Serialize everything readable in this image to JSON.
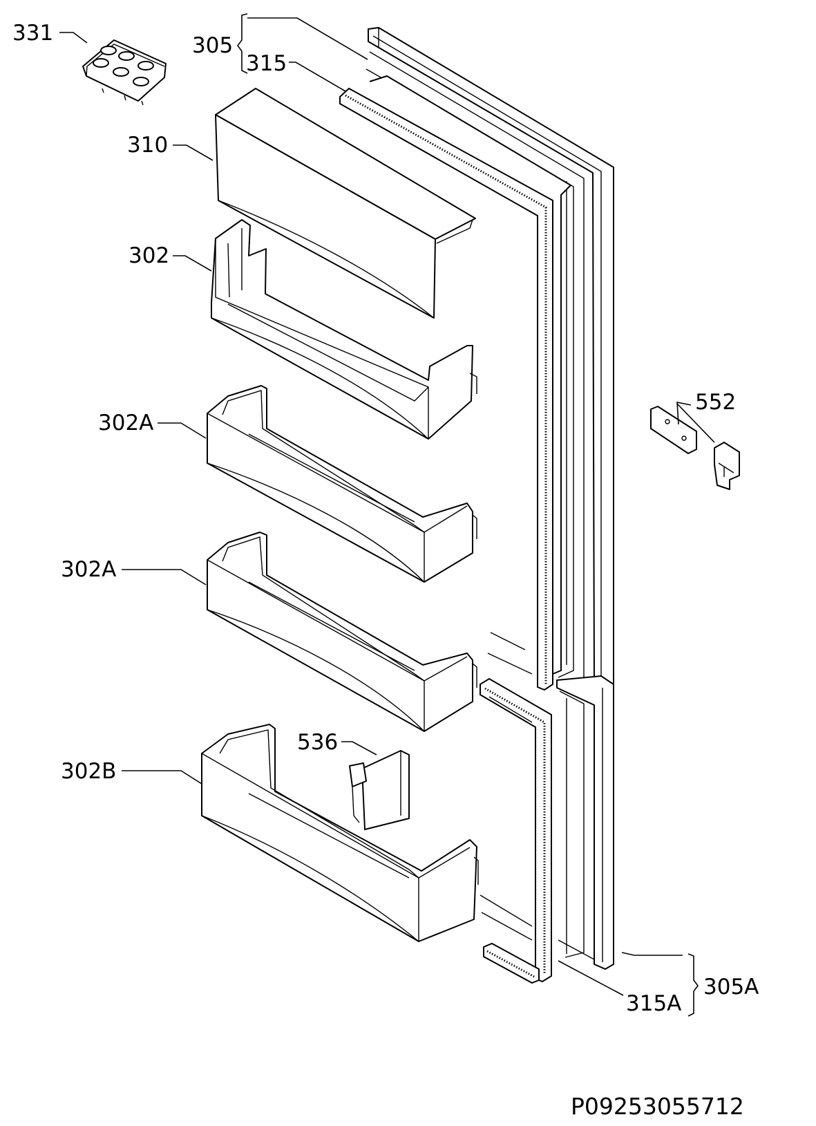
{
  "labels": {
    "l331": "331",
    "l305": "305",
    "l315": "315",
    "l310": "310",
    "l302": "302",
    "l302a_1": "302A",
    "l302a_2": "302A",
    "l552": "552",
    "l536": "536",
    "l302b": "302B",
    "l305a": "305A",
    "l315a": "315A"
  },
  "drawing_code": "P09253055712"
}
